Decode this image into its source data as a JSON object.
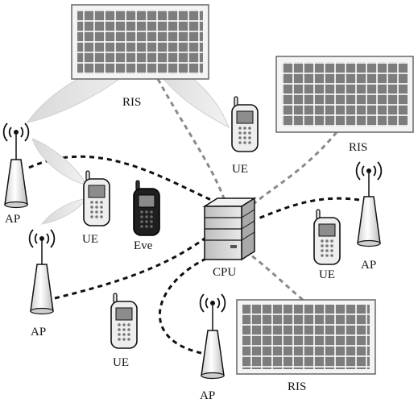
{
  "labels": {
    "ris_top": "RIS",
    "ris_right": "RIS",
    "ris_bottom": "RIS",
    "ap_left_top": "AP",
    "ap_left_bottom": "AP",
    "ap_bottom": "AP",
    "ap_right": "AP",
    "ue_top": "UE",
    "ue_left": "UE",
    "ue_right": "UE",
    "ue_bottom": "UE",
    "eve": "Eve",
    "cpu": "CPU"
  },
  "colors": {
    "fronthaul_link": "#111111",
    "ris_link": "#888888",
    "beam": "#e6e6e6",
    "panel_cell": "#7f7f7f",
    "eve_body": "#1f1f1f"
  }
}
